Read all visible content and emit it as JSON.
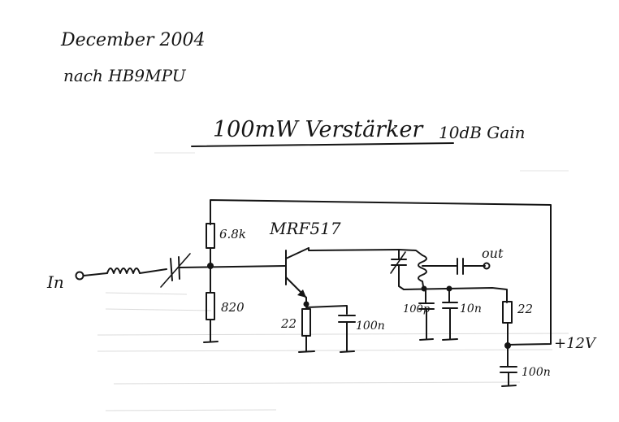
{
  "header": {
    "date": "December 2004",
    "credit": "nach HB9MPU"
  },
  "title": {
    "main": "100mW Verstärker",
    "gain": "10dB Gain"
  },
  "labels": {
    "transistor": "MRF517",
    "r_top": "6.8k",
    "r_bottom": "820",
    "r_emitter": "22",
    "c_emitter": "100n",
    "c_tank": "100p",
    "c_supply_1": "10n",
    "r_supply": "22",
    "c_supply_2": "100n",
    "input": "In",
    "output": "out",
    "supply": "+12V"
  },
  "colors": {
    "ink": "#151515",
    "paper": "#ffffff",
    "bleed_through": "#b9b9b9"
  }
}
